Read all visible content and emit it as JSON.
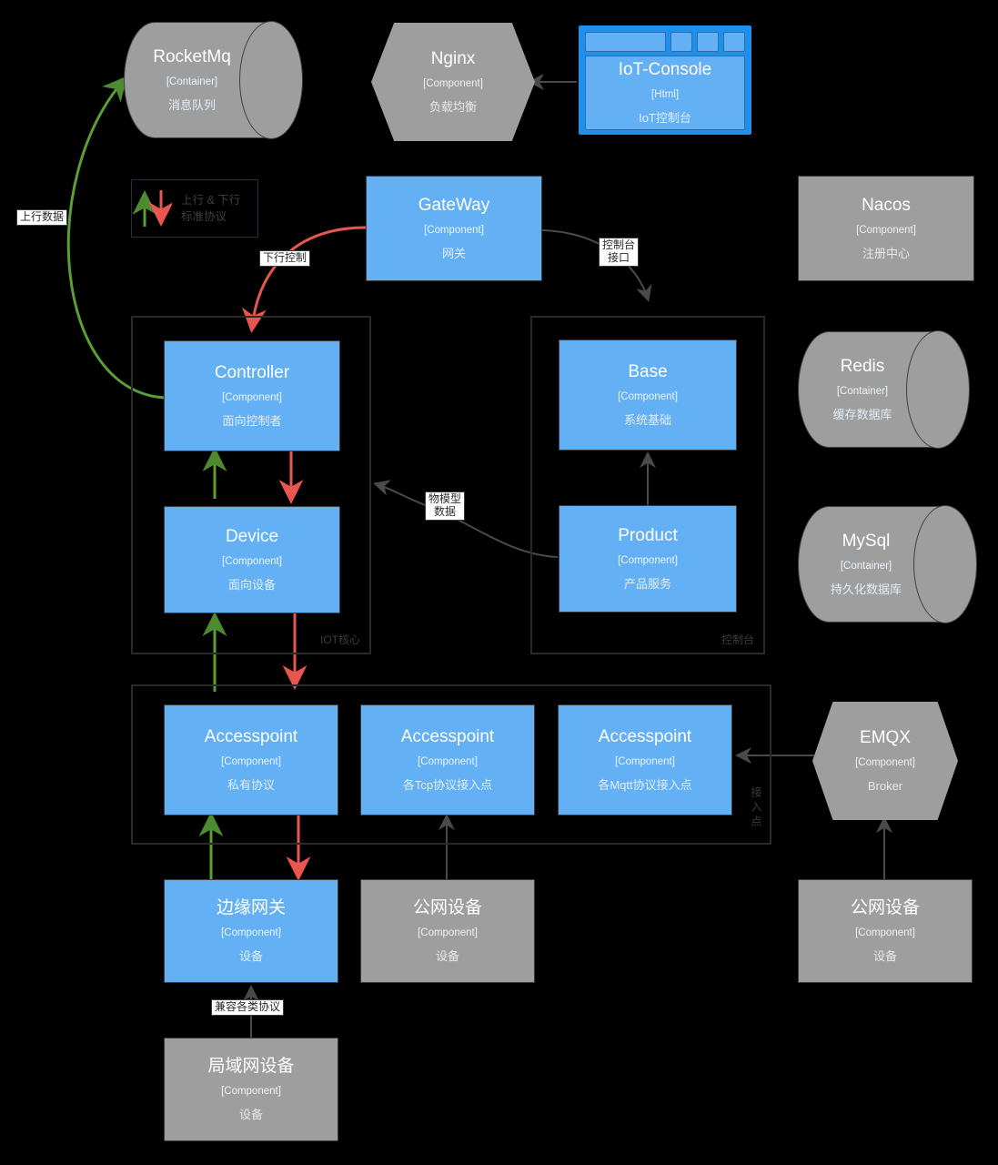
{
  "diagram": {
    "title": "IoT Platform Architecture (C4 Component Diagram)",
    "colors": {
      "background": "#000000",
      "blue": "#63b0f5",
      "gray": "#9e9e9e",
      "uplink_green": "#5a9e38",
      "downlink_red": "#e8564f",
      "neutral_edge": "#4a4a4a",
      "container_border": "#2a2a2a"
    }
  },
  "legend": {
    "name": "protocol-legend",
    "up_arrow_color": "#5a9e38",
    "down_arrow_color": "#e8564f",
    "line1": "上行 & 下行",
    "line2": "标准协议"
  },
  "nodes": {
    "rocketmq": {
      "title": "RocketMq",
      "type": "[Container]",
      "desc": "消息队列",
      "shape": "cylinder",
      "color": "gray"
    },
    "nginx": {
      "title": "Nginx",
      "type": "[Component]",
      "desc": "负载均衡",
      "shape": "hexagon",
      "color": "gray"
    },
    "iot_console": {
      "title": "IoT-Console",
      "type": "[Html]",
      "desc": "IoT控制台",
      "shape": "window",
      "color": "blue"
    },
    "gateway": {
      "title": "GateWay",
      "type": "[Component]",
      "desc": "网关",
      "shape": "box",
      "color": "blue"
    },
    "nacos": {
      "title": "Nacos",
      "type": "[Component]",
      "desc": "注册中心",
      "shape": "box",
      "color": "gray"
    },
    "redis": {
      "title": "Redis",
      "type": "[Container]",
      "desc": "缓存数据库",
      "shape": "cylinder",
      "color": "gray"
    },
    "mysql": {
      "title": "MySql",
      "type": "[Container]",
      "desc": "持久化数据库",
      "shape": "cylinder",
      "color": "gray"
    },
    "controller": {
      "title": "Controller",
      "type": "[Component]",
      "desc": "面向控制者",
      "shape": "box",
      "color": "blue"
    },
    "device": {
      "title": "Device",
      "type": "[Component]",
      "desc": "面向设备",
      "shape": "box",
      "color": "blue"
    },
    "base": {
      "title": "Base",
      "type": "[Component]",
      "desc": "系统基础",
      "shape": "box",
      "color": "blue"
    },
    "product": {
      "title": "Product",
      "type": "[Component]",
      "desc": "产品服务",
      "shape": "box",
      "color": "blue"
    },
    "ap_private": {
      "title": "Accesspoint",
      "type": "[Component]",
      "desc": "私有协议",
      "shape": "box",
      "color": "blue"
    },
    "ap_tcp": {
      "title": "Accesspoint",
      "type": "[Component]",
      "desc": "各Tcp协议接入点",
      "shape": "box",
      "color": "blue"
    },
    "ap_mqtt": {
      "title": "Accesspoint",
      "type": "[Component]",
      "desc": "各Mqtt协议接入点",
      "shape": "box",
      "color": "blue"
    },
    "emqx": {
      "title": "EMQX",
      "type": "[Component]",
      "desc": "Broker",
      "shape": "hexagon",
      "color": "gray"
    },
    "edge_gw": {
      "title": "边缘网关",
      "type": "[Component]",
      "desc": "设备",
      "shape": "box",
      "color": "blue"
    },
    "pub_dev_1": {
      "title": "公网设备",
      "type": "[Component]",
      "desc": "设备",
      "shape": "box",
      "color": "gray"
    },
    "pub_dev_2": {
      "title": "公网设备",
      "type": "[Component]",
      "desc": "设备",
      "shape": "box",
      "color": "gray"
    },
    "lan_dev": {
      "title": "局域网设备",
      "type": "[Component]",
      "desc": "设备",
      "shape": "box",
      "color": "gray"
    }
  },
  "containers": {
    "iot_core": {
      "label": "IOT核心",
      "orientation": "horizontal"
    },
    "console": {
      "label": "控制台",
      "orientation": "horizontal"
    },
    "accesspoint": {
      "label": "接入点",
      "orientation": "vertical"
    }
  },
  "edge_labels": {
    "uplink_data": "上行数据",
    "downlink_control": "下行控制",
    "console_api": "控制台\n接口",
    "thing_model": "物模型\n数据",
    "protocol_compat": "兼容各类协议"
  }
}
